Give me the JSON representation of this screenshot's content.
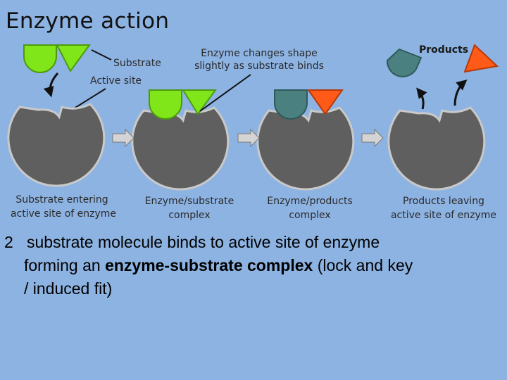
{
  "title": "Enzyme action",
  "labels": {
    "substrate": "Substrate",
    "active_site": "Active site",
    "shape_change_line1": "Enzyme changes shape",
    "shape_change_line2": "slightly as substrate binds",
    "products": "Products"
  },
  "stages": [
    {
      "line1": "Substrate entering",
      "line2": "active site of enzyme"
    },
    {
      "line1": "Enzyme/substrate",
      "line2": "complex"
    },
    {
      "line1": "Enzyme/products",
      "line2": "complex"
    },
    {
      "line1": "Products leaving",
      "line2": "active site of enzyme"
    }
  ],
  "caption": {
    "number": "2",
    "text_before": "substrate molecule binds to active site of enzyme",
    "text_line2_before": "forming an ",
    "bold": "enzyme-substrate complex",
    "text_after": " (lock and key",
    "text_line3": "/ induced fit)"
  },
  "colors": {
    "background": "#8db3e2",
    "enzyme": "#5f5f5f",
    "enzyme_outline": "#c9c9c9",
    "substrate": "#80e619",
    "product_semi": "#4a8080",
    "product_triangle": "#ff5a17",
    "arrow": "#d4d4d4"
  }
}
